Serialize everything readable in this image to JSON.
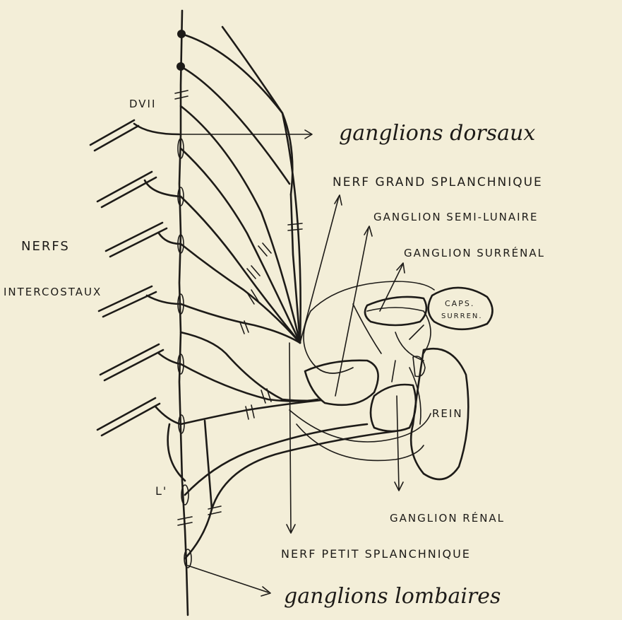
{
  "labels": {
    "dvii": "DVII",
    "ganglions_dorsaux": "ganglions dorsaux",
    "nerf_grand_splanchnique": "NERF GRAND SPLANCHNIQUE",
    "ganglion_semi_lunaire": "GANGLION SEMI-LUNAIRE",
    "ganglion_surrenal": "GANGLION SURRÉNAL",
    "nerfs": "NERFS",
    "intercostaux": "INTERCOSTAUX",
    "caps_surren_1": "CAPS.",
    "caps_surren_2": "SURREN.",
    "rein": "REIN",
    "l1": "L'",
    "ganglion_renal": "GANGLION RÉNAL",
    "nerf_petit_splanchnique": "NERF PETIT SPLANCHNIQUE",
    "ganglions_lombaires": "ganglions lombaires"
  },
  "colors": {
    "paper": "#f3eed8",
    "ink": "#1d1b18"
  }
}
